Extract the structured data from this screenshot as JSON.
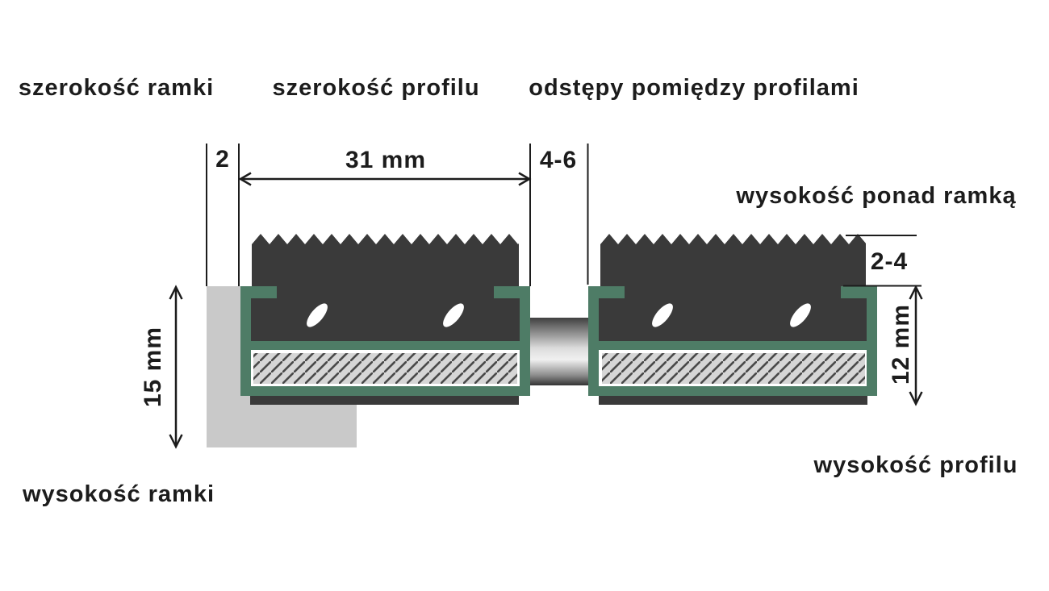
{
  "diagram": {
    "labels": {
      "frame_width": "szerokość ramki",
      "profile_width": "szerokość profilu",
      "profile_spacing": "odstępy pomiędzy profilami",
      "height_above_frame": "wysokość ponad ramką",
      "frame_height": "wysokość ramki",
      "profile_height": "wysokość profilu"
    },
    "values": {
      "frame_width": "2",
      "profile_width": "31 mm",
      "profile_spacing": "4-6",
      "height_above_frame": "2-4",
      "frame_height": "15 mm",
      "profile_height": "12 mm"
    },
    "colors": {
      "profile_green": "#4e7c66",
      "rubber_dark": "#3a3a3a",
      "frame_gray": "#c9c9c9",
      "hatch_bg": "#d6d6d6",
      "hatch_line": "#4a4a4a",
      "hole_white": "#ffffff",
      "ink": "#1c1c1c"
    }
  }
}
